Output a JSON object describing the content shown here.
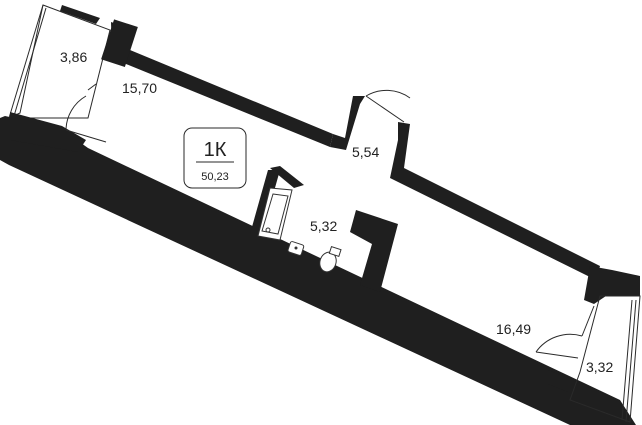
{
  "badge": {
    "type_label": "1К",
    "total_area": "50,23"
  },
  "rooms": {
    "balcony_left": "3,86",
    "living_room": "15,70",
    "hallway": "5,54",
    "bathroom": "5,32",
    "kitchen_living": "16,49",
    "balcony_right": "3,32"
  },
  "colors": {
    "wall": "#1f1f1f",
    "background": "#ffffff"
  }
}
